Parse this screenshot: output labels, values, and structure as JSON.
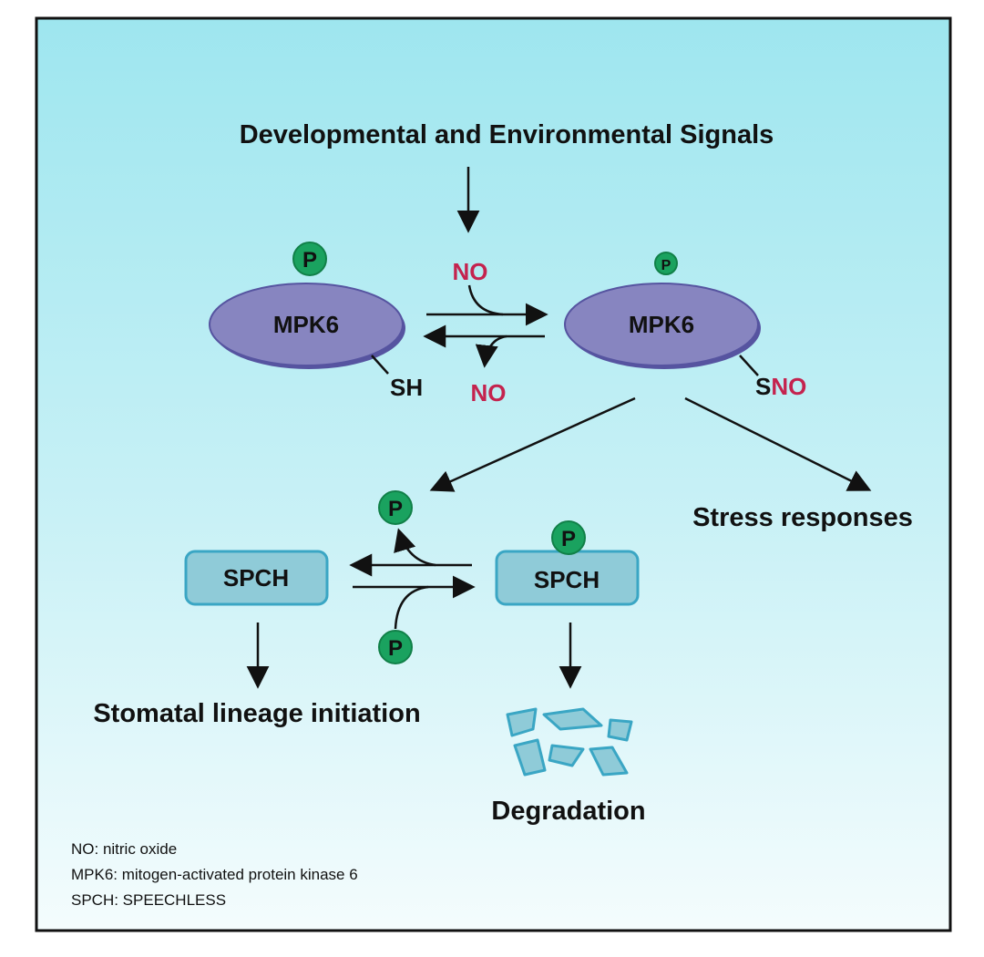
{
  "title": "Developmental and Environmental Signals",
  "mpk6_left": {
    "label": "MPK6",
    "phospho": "P",
    "group": "SH"
  },
  "mpk6_right": {
    "label": "MPK6",
    "phospho": "P",
    "group_s": "S",
    "group_no": "NO"
  },
  "no_forward": "NO",
  "no_reverse": "NO",
  "stress": "Stress responses",
  "spch_left": {
    "label": "SPCH"
  },
  "spch_right": {
    "label": "SPCH",
    "phospho": "P"
  },
  "p_released": "P",
  "p_added": "P",
  "stomatal": "Stomatal lineage initiation",
  "degradation": "Degradation",
  "legend": [
    "NO: nitric oxide",
    "MPK6: mitogen-activated protein kinase 6",
    "SPCH: SPEECHLESS"
  ],
  "colors": {
    "no_red": "#c4234e",
    "phospho_green": "#1aa25f",
    "mpk6_fill": "#8785c0",
    "spch_fill": "#8fcbd8",
    "spch_stroke": "#3aa6c4"
  }
}
